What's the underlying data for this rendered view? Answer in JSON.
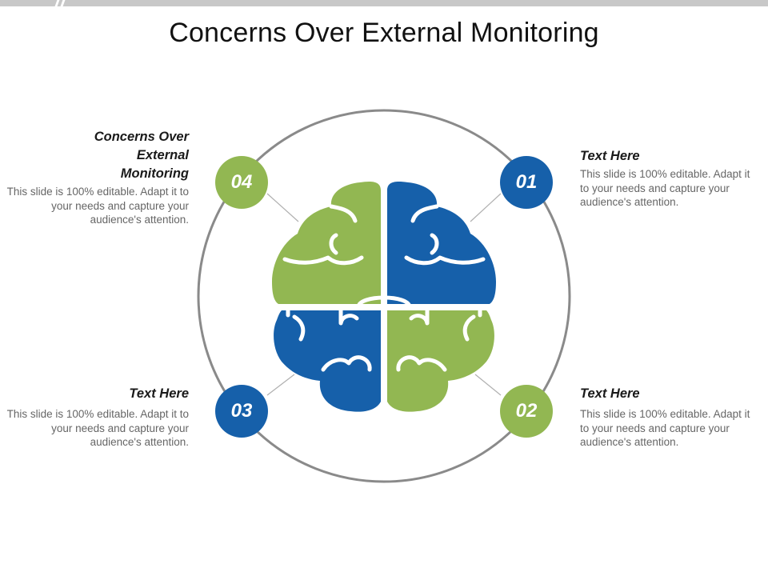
{
  "title": "Concerns Over External Monitoring",
  "colors": {
    "green": "#92b752",
    "blue": "#1660aa",
    "ring": "#8a8a8a",
    "connector": "#b0b0b0"
  },
  "items": {
    "n01": {
      "number": "01",
      "color": "blue",
      "heading": "Text Here",
      "body": "This slide is 100% editable. Adapt it to your needs and capture your audience's attention."
    },
    "n02": {
      "number": "02",
      "color": "green",
      "heading": "Text Here",
      "body": "This slide is 100% editable. Adapt it to your needs and capture your audience's attention."
    },
    "n03": {
      "number": "03",
      "color": "blue",
      "heading": "Text Here",
      "body": "This slide is 100% editable. Adapt it to your needs and capture your audience's attention."
    },
    "n04": {
      "number": "04",
      "color": "green",
      "heading": "Concerns Over External Monitoring",
      "body": "This slide is 100% editable. Adapt it to your needs and capture your audience's attention."
    }
  },
  "brain": {
    "top_left": "green",
    "top_right": "blue",
    "bottom_left": "blue",
    "bottom_right": "green"
  }
}
